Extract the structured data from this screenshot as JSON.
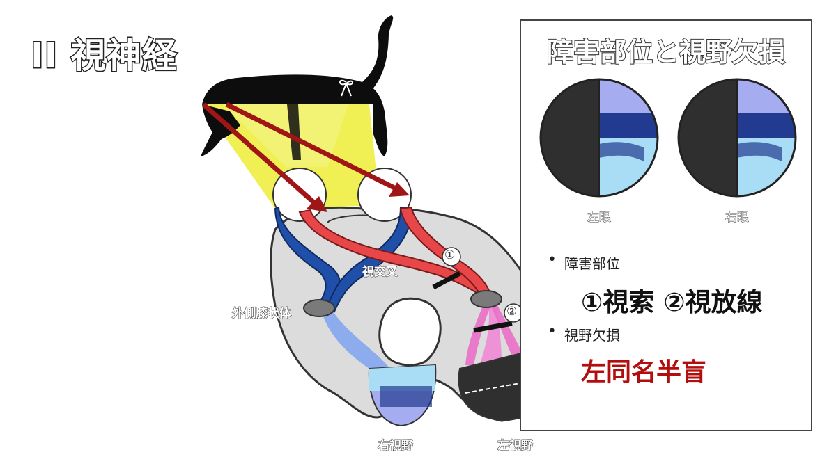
{
  "title": "II 視神経",
  "labels": {
    "chiasm": "視交叉",
    "lgn": "外側膝状体",
    "right_field": "右視野",
    "left_field": "左視野",
    "lesion1": "①",
    "lesion2": "②"
  },
  "panel": {
    "title": "障害部位と視野欠損",
    "left_eye": "左眼",
    "right_eye": "右眼",
    "site_heading": "障害部位",
    "site_text": "①視索 ②視放線",
    "defect_heading": "視野欠損",
    "defect_text": "左同名半盲"
  },
  "colors": {
    "red_accent": "#b30e0e",
    "blue_path": "#1f4fa8",
    "red_path": "#e8474a",
    "yellow_field": "#ecec2a",
    "brain_gray": "#d9d9d9",
    "blind_field": "#2f2f2f",
    "light_blue": "#a9dcf5",
    "lavender": "#a6acf0",
    "navy": "#223a8f"
  }
}
